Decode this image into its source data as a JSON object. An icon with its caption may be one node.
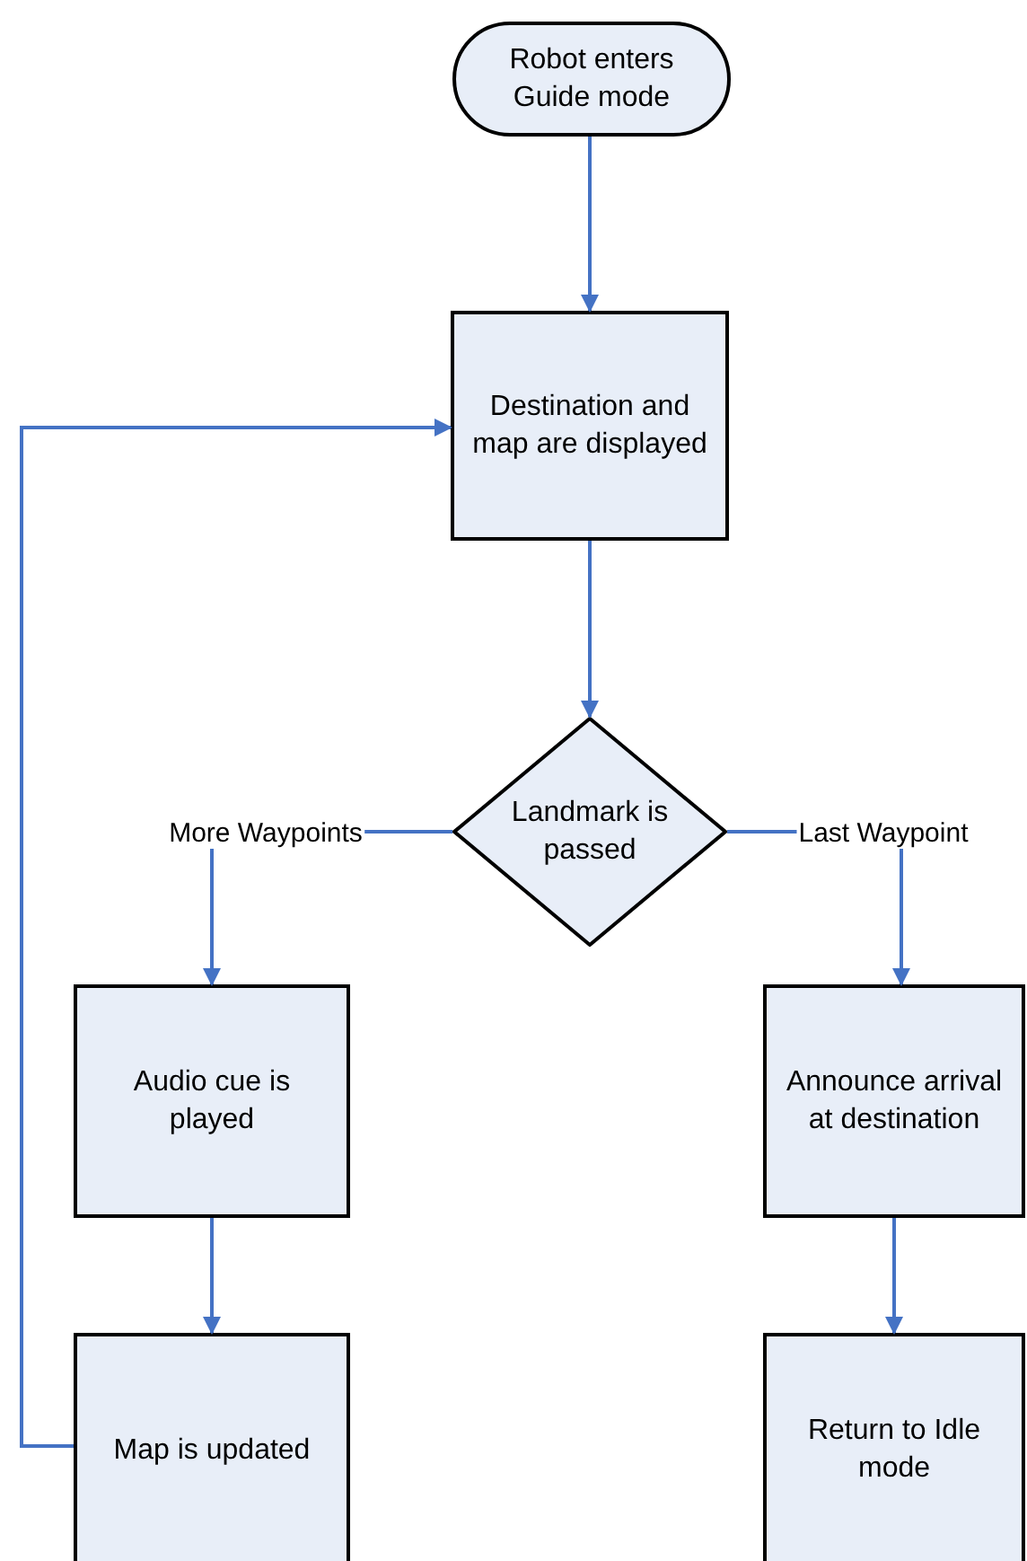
{
  "diagram": {
    "nodes": [
      {
        "text": [
          "Robot enters Guide mode"
        ]
      },
      {
        "text": [
          "Destination and map are displayed"
        ]
      },
      {
        "text": [
          "Landmark is passed"
        ]
      },
      {
        "text": [
          "Audio cue is played"
        ]
      },
      {
        "text": [
          "Map is updated"
        ]
      },
      {
        "text": [
          "Announce arrival at destination"
        ]
      },
      {
        "text": [
          "Return to Idle mode"
        ]
      }
    ],
    "edges": [
      {
        "from": 0,
        "to": 1,
        "arrow": "to"
      },
      {
        "from": 1,
        "to": 2,
        "arrow": "to"
      },
      {
        "from": 2,
        "to": 3,
        "arrow": "to",
        "label": "More Waypoints"
      },
      {
        "from": 2,
        "to": 5,
        "arrow": "to",
        "label": "Last Waypoint"
      },
      {
        "from": 3,
        "to": 4,
        "arrow": "to"
      },
      {
        "from": 5,
        "to": 6,
        "arrow": "to"
      },
      {
        "from": 4,
        "to": 1,
        "arrow": "to"
      }
    ]
  }
}
